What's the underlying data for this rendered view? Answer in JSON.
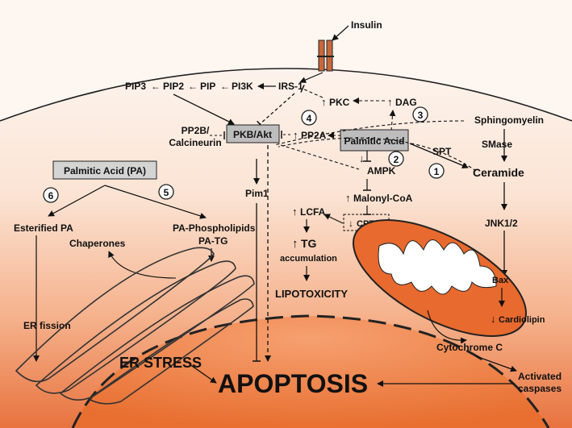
{
  "insulin": "Insulin",
  "irs1": "IRS-1",
  "pi3k": "PI3K",
  "pip": "PIP",
  "pip2": "PIP2",
  "pip3": "PIP3",
  "pkc": "PKC",
  "dag": "DAG",
  "pkb_akt": "PKB/Akt",
  "pp2b_line1": "PP2B/",
  "pp2b_line2": "Calcineurin",
  "pp2a": "PP2A",
  "palmitic_acid_box": "Palmitic Acid",
  "ampk": "AMPK",
  "spt": "SPT",
  "sphingomyelin": "Sphingomyelin",
  "smase": "SMase",
  "ceramide": "Ceramide",
  "malonyl_coa": "Malonyl-CoA",
  "lcfa": "LCFA",
  "cpt1": "CPT1",
  "tg": "TG",
  "accumulation": "accumulation",
  "lipotoxicity": "LIPOTOXICITY",
  "jnk": "JNK1/2",
  "bax": "Bax",
  "cardiolipin": "Cardiolipin",
  "cytochrome_c": "Cytochrome C",
  "activated_line1": "Activated",
  "activated_line2": "caspases",
  "pim1": "Pim1",
  "palmitic_acid_pa": "Palmitic Acid (PA)",
  "esterified_pa": "Esterified PA",
  "pa_phospholipids": "PA-Phospholipids",
  "pa_tg": "PA-TG",
  "chaperones": "Chaperones",
  "er_fission": "ER fission",
  "er_stress": "ER STRESS",
  "apoptosis": "APOPTOSIS",
  "up_arrow": "↑",
  "down_arrow": "↓",
  "left_arrow": "←",
  "numbers": [
    "1",
    "2",
    "3",
    "4",
    "5",
    "6"
  ]
}
